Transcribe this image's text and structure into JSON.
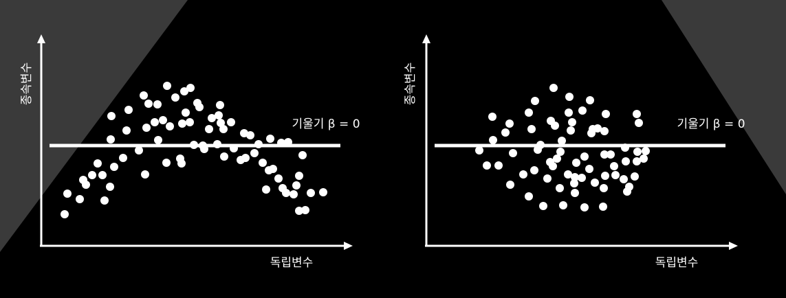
{
  "colors": {
    "background": "#000000",
    "decor": "#3a3a3a",
    "ink": "#ffffff"
  },
  "chart_data": [
    {
      "type": "scatter",
      "title": "",
      "xlabel": "독립변수",
      "ylabel": "종속변수",
      "annotation": "기울기 β = 0",
      "xlim": [
        0,
        450
      ],
      "ylim": [
        0,
        300
      ],
      "fit_line": {
        "slope": 0,
        "intercept": 146
      },
      "grid": false,
      "legend": "none",
      "points": [
        [
          34,
          46
        ],
        [
          38,
          76
        ],
        [
          56,
          68
        ],
        [
          65,
          89
        ],
        [
          61,
          96
        ],
        [
          74,
          103
        ],
        [
          82,
          120
        ],
        [
          92,
          66
        ],
        [
          89,
          103
        ],
        [
          100,
          86
        ],
        [
          106,
          115
        ],
        [
          101,
          155
        ],
        [
          102,
          189
        ],
        [
          119,
          128
        ],
        [
          124,
          168
        ],
        [
          127,
          198
        ],
        [
          142,
          139
        ],
        [
          151,
          104
        ],
        [
          153,
          172
        ],
        [
          149,
          219
        ],
        [
          156,
          207
        ],
        [
          165,
          180
        ],
        [
          170,
          154
        ],
        [
          169,
          206
        ],
        [
          177,
          183
        ],
        [
          182,
          121
        ],
        [
          183,
          233
        ],
        [
          187,
          174
        ],
        [
          195,
          216
        ],
        [
          202,
          127
        ],
        [
          204,
          120
        ],
        [
          205,
          178
        ],
        [
          208,
          225
        ],
        [
          210,
          194
        ],
        [
          217,
          230
        ],
        [
          216,
          180
        ],
        [
          222,
          147
        ],
        [
          227,
          208
        ],
        [
          230,
          202
        ],
        [
          235,
          146
        ],
        [
          237,
          141
        ],
        [
          244,
          170
        ],
        [
          248,
          186
        ],
        [
          256,
          148
        ],
        [
          258,
          190
        ],
        [
          261,
          179
        ],
        [
          265,
          170
        ],
        [
          260,
          205
        ],
        [
          266,
          130
        ],
        [
          276,
          180
        ],
        [
          280,
          142
        ],
        [
          290,
          125
        ],
        [
          295,
          164
        ],
        [
          297,
          128
        ],
        [
          304,
          161
        ],
        [
          310,
          135
        ],
        [
          316,
          148
        ],
        [
          322,
          121
        ],
        [
          331,
          110
        ],
        [
          327,
          82
        ],
        [
          333,
          156
        ],
        [
          337,
          112
        ],
        [
          345,
          98
        ],
        [
          351,
          84
        ],
        [
          356,
          77
        ],
        [
          349,
          150
        ],
        [
          359,
          151
        ],
        [
          367,
          75
        ],
        [
          371,
          88
        ],
        [
          375,
          102
        ],
        [
          375,
          51
        ],
        [
          380,
          132
        ],
        [
          384,
          52
        ],
        [
          392,
          77
        ],
        [
          410,
          78
        ]
      ]
    },
    {
      "type": "scatter",
      "title": "",
      "xlabel": "독립변수",
      "ylabel": "종속변수",
      "annotation": "기울기 β = 0",
      "xlim": [
        0,
        450
      ],
      "ylim": [
        0,
        300
      ],
      "fit_line": {
        "slope": 0,
        "intercept": 146
      },
      "grid": false,
      "legend": "none",
      "points": [
        [
          77,
          139
        ],
        [
          88,
          117
        ],
        [
          97,
          154
        ],
        [
          96,
          188
        ],
        [
          105,
          117
        ],
        [
          115,
          165
        ],
        [
          121,
          178
        ],
        [
          122,
          89
        ],
        [
          126,
          135
        ],
        [
          141,
          104
        ],
        [
          149,
          194
        ],
        [
          149,
          72
        ],
        [
          153,
          170
        ],
        [
          158,
          211
        ],
        [
          157,
          110
        ],
        [
          162,
          140
        ],
        [
          166,
          147
        ],
        [
          170,
          58
        ],
        [
          176,
          98
        ],
        [
          180,
          122
        ],
        [
          181,
          182
        ],
        [
          184,
          116
        ],
        [
          185,
          230
        ],
        [
          187,
          175
        ],
        [
          190,
          127
        ],
        [
          194,
          84
        ],
        [
          199,
          59
        ],
        [
          195,
          137
        ],
        [
          197,
          153
        ],
        [
          206,
          104
        ],
        [
          207,
          194
        ],
        [
          210,
          168
        ],
        [
          215,
          91
        ],
        [
          216,
          100
        ],
        [
          212,
          180
        ],
        [
          208,
          217
        ],
        [
          218,
          121
        ],
        [
          216,
          77
        ],
        [
          226,
          99
        ],
        [
          230,
          56
        ],
        [
          230,
          130
        ],
        [
          227,
          197
        ],
        [
          237,
          112
        ],
        [
          238,
          212
        ],
        [
          240,
          164
        ],
        [
          242,
          170
        ],
        [
          245,
          92
        ],
        [
          249,
          171
        ],
        [
          258,
          84
        ],
        [
          257,
          57
        ],
        [
          259,
          133
        ],
        [
          260,
          102
        ],
        [
          259,
          167
        ],
        [
          261,
          192
        ],
        [
          268,
          133
        ],
        [
          273,
          116
        ],
        [
          275,
          103
        ],
        [
          287,
          97
        ],
        [
          289,
          143
        ],
        [
          290,
          123
        ],
        [
          292,
          79
        ],
        [
          295,
          86
        ],
        [
          303,
          101
        ],
        [
          306,
          192
        ],
        [
          306,
          123
        ],
        [
          307,
          137
        ],
        [
          309,
          179
        ],
        [
          316,
          127
        ],
        [
          319,
          138
        ]
      ]
    }
  ]
}
